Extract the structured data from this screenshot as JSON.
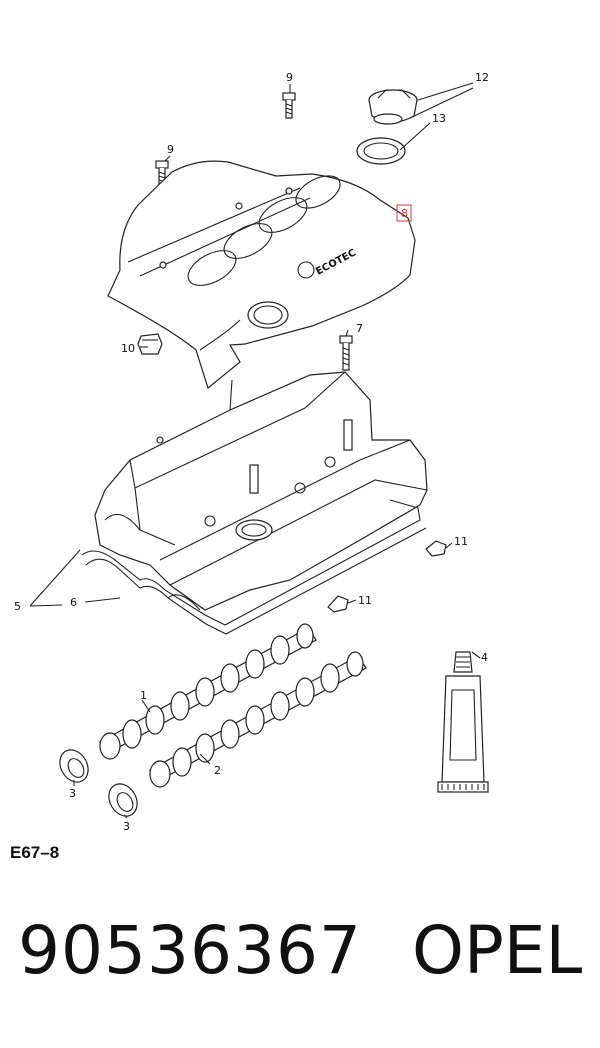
{
  "diagram": {
    "code": "E67–8",
    "callouts": {
      "c1": "1",
      "c2": "2",
      "c3a": "3",
      "c3b": "3",
      "c4": "4",
      "c5": "5",
      "c6": "6",
      "c7": "7",
      "c8": "8",
      "c9a": "9",
      "c9b": "9",
      "c10": "10",
      "c11a": "11",
      "c11b": "11",
      "c12": "12",
      "c13": "13"
    },
    "cover_logo_text": "ECOTEC",
    "highlight_color": "#d23b3b"
  },
  "part": {
    "number": "90536367",
    "brand": "OPEL"
  }
}
